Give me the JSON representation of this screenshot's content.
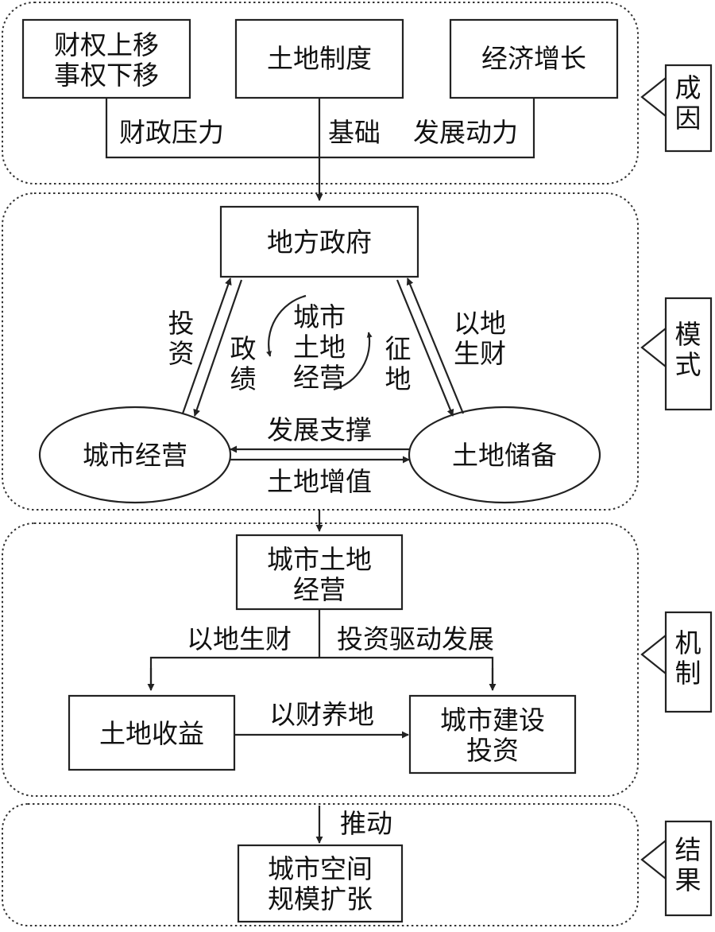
{
  "sections": {
    "cause": {
      "label": "成因"
    },
    "mode": {
      "label": "模式"
    },
    "mechanism": {
      "label": "机制"
    },
    "result": {
      "label": "结果"
    }
  },
  "nodes": {
    "fiscal_shift": {
      "line1": "财权上移",
      "line2": "事权下移"
    },
    "land_system": {
      "text": "土地制度"
    },
    "economic_growth": {
      "text": "经济增长"
    },
    "local_gov": {
      "text": "地方政府"
    },
    "city_operation": {
      "text": "城市经营"
    },
    "land_reserve": {
      "text": "土地储备"
    },
    "center_cycle": {
      "line1": "城市",
      "line2": "土地",
      "line3": "经营"
    },
    "urban_land_operation": {
      "line1": "城市土地",
      "line2": "经营"
    },
    "land_revenue": {
      "text": "土地收益"
    },
    "urban_construction": {
      "line1": "城市建设",
      "line2": "投资"
    },
    "urban_expansion": {
      "line1": "城市空间",
      "line2": "规模扩张"
    }
  },
  "edge_labels": {
    "fiscal_pressure": "财政压力",
    "foundation": "基础",
    "development_driver": "发展动力",
    "invest": {
      "c1": "投",
      "c2": "资"
    },
    "performance": {
      "c1": "政",
      "c2": "绩"
    },
    "land_acquisition": {
      "c1": "征",
      "c2": "地"
    },
    "land_for_wealth": {
      "line1": "以地",
      "line2": "生财"
    },
    "development_support": "发展支撑",
    "land_appreciation": "土地增值",
    "wealth_from_land": "以地生财",
    "investment_driven": "投资驱动发展",
    "nourish_land": "以财养地",
    "drive": "推动"
  }
}
